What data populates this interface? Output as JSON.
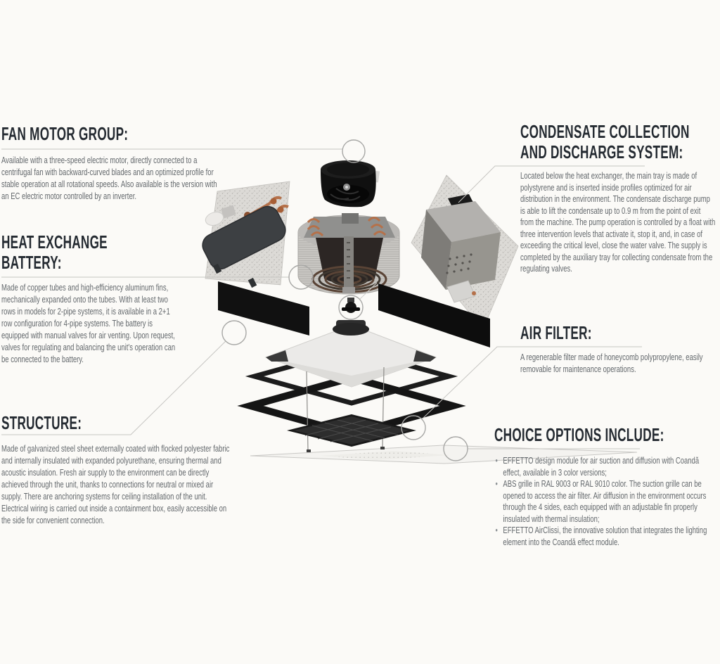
{
  "page": {
    "background_color": "#fbfaf7",
    "heading_color": "#242a31",
    "body_text_color": "#63686c",
    "leader_line_color": "#c6c5c2",
    "callout_circle_color": "#a7a7a5",
    "copper_color": "#b5714a"
  },
  "sections": {
    "fan_motor": {
      "title": "FAN MOTOR GROUP:",
      "body": "Available with a three-speed electric motor, directly connected to a centrifugal fan with backward-curved blades and an optimized profile for stable operation at all rotational speeds. Also available is the version with an EC electric motor controlled by an inverter."
    },
    "heat_exchange": {
      "title_line1": "HEAT EXCHANGE",
      "title_line2": "BATTERY:",
      "body": "Made of copper tubes and high-efficiency aluminum fins, mechanically expanded onto the tubes. With at least two rows in models for 2-pipe systems, it is available in a 2+1 row configuration for 4-pipe systems. The battery is equipped with manual valves for air venting. Upon request, valves for regulating and balancing the unit's operation can be connected to the battery."
    },
    "structure": {
      "title": "STRUCTURE:",
      "body": "Made of galvanized steel sheet externally coated with flocked polyester fabric and internally insulated with expanded polyurethane, ensuring thermal and acoustic insulation. Fresh air supply to the environment can be directly achieved through the unit, thanks to connections for neutral or mixed air supply. There are anchoring systems for ceiling installation of the unit. Electrical wiring is carried out inside a containment box, easily accessible on the side for convenient connection."
    },
    "condensate": {
      "title_line1": "CONDENSATE COLLECTION",
      "title_line2": "AND DISCHARGE SYSTEM:",
      "body": "Located below the heat exchanger, the main tray is made of polystyrene and is inserted inside profiles optimized for air distribution in the environment. The condensate discharge pump is able to lift the condensate up to 0.9 m from the point of exit from the machine. The pump operation is controlled by a float with three intervention levels that activate it, stop it, and, in case of exceeding the critical level, close the water valve. The supply is completed by the auxiliary tray for collecting condensate from the regulating valves."
    },
    "air_filter": {
      "title": "AIR FILTER:",
      "body": "A regenerable filter made of honeycomb polypropylene, easily removable for maintenance operations."
    },
    "choice_options": {
      "title": "CHOICE OPTIONS INCLUDE:",
      "bullets": [
        "EFFETTO design module for air suction and diffusion with Coandă effect, available in 3 color versions;",
        "ABS grille in RAL 9003 or RAL 9010 color. The suction grille can be opened to access the air filter. Air diffusion in the environment occurs through the 4 sides, each equipped with an adjustable fin properly insulated with thermal insulation;",
        "EFFETTO AirClissi, the innovative solution that integrates the lighting element into the Coandă effect module."
      ]
    }
  },
  "diagram": {
    "subject": "exploded-view-of-ceiling-cassette-fan-coil-unit",
    "parts": [
      "fan-motor",
      "heat-exchange-coil",
      "valve-group-and-auxiliary-tray-panel",
      "condensate-pump-and-electrical-panel",
      "water-valve",
      "insulation-side-panels",
      "coanda-diffusion-module",
      "air-filter-grille",
      "ceiling-panel"
    ]
  }
}
